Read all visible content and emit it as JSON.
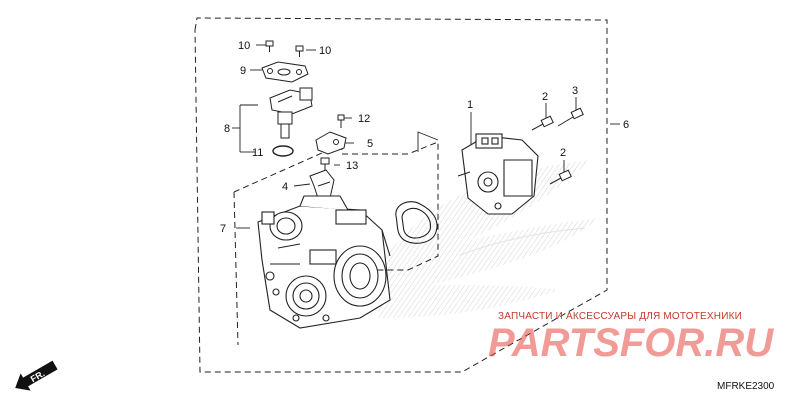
{
  "diagram": {
    "callouts": {
      "p1": "1",
      "p2a": "2",
      "p2b": "2",
      "p3": "3",
      "p4": "4",
      "p5": "5",
      "p6": "6",
      "p7": "7",
      "p8": "8",
      "p9": "9",
      "p10a": "10",
      "p10b": "10",
      "p11": "11",
      "p12": "12",
      "p13": "13"
    },
    "direction_marker": "FR.",
    "part_code": "MFRKE2300"
  },
  "watermark": {
    "tagline": "ЗАПЧАСТИ И АКСЕССУАРЫ ДЛЯ МОТОТЕХНИКИ",
    "site_name": "PARTSFOR.RU",
    "brand_color": "#e8473e"
  }
}
